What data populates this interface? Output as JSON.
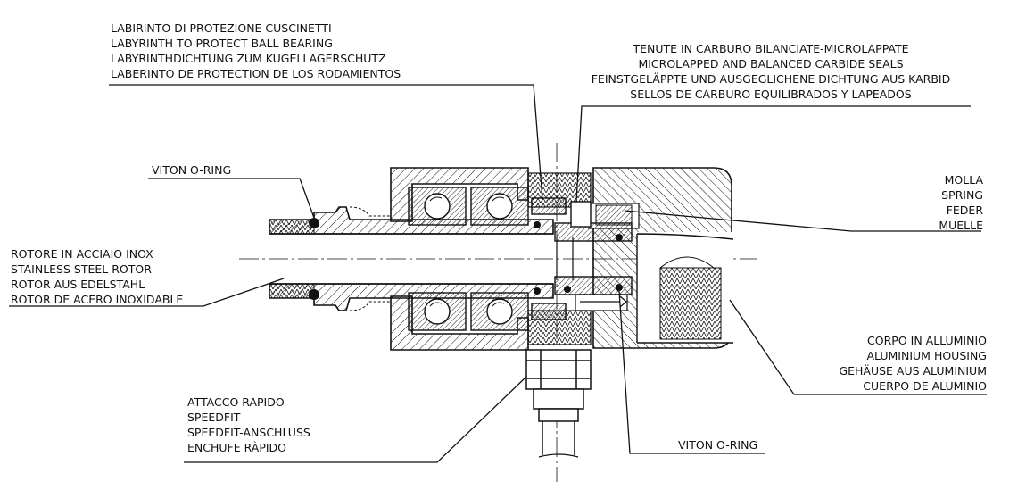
{
  "labels": {
    "labyrinth": [
      "LABIRINTO DI PROTEZIONE CUSCINETTI",
      "LABYRINTH TO PROTECT BALL BEARING",
      "LABYRINTHDICHTUNG ZUM KUGELLAGERSCHUTZ",
      "LABERINTO DE PROTECTION DE LOS RODAMIENTOS"
    ],
    "seals": [
      "TENUTE IN CARBURO BILANCIATE-MICROLAPPATE",
      "MICROLAPPED AND BALANCED CARBIDE SEALS",
      "FEINSTGELÄPPTE UND AUSGEGLICHENE DICHTUNG AUS KARBID",
      "SELLOS DE CARBURO EQUILIBRADOS Y LAPEADOS"
    ],
    "viton_top": "VITON O-RING",
    "spring": [
      "MOLLA",
      "SPRING",
      "FEDER",
      "MUELLE"
    ],
    "rotor": [
      "ROTORE IN ACCIAIO INOX",
      "STAINLESS STEEL ROTOR",
      "ROTOR AUS EDELSTAHL",
      "ROTOR DE ACERO INOXIDABLE"
    ],
    "housing": [
      "CORPO IN ALLUMINIO",
      "ALUMINIUM HOUSING",
      "GEHÄUSE AUS ALUMINIUM",
      "CUERPO DE ALUMINIO"
    ],
    "speedfit": [
      "ATTACCO RAPIDO",
      "SPEEDFIT",
      "SPEEDFIT-ANSCHLUSS",
      "ENCHUFE RÀPIDO"
    ],
    "viton_bottom": "VITON O-RING"
  },
  "colors": {
    "ink": "#111111",
    "background": "#ffffff"
  }
}
